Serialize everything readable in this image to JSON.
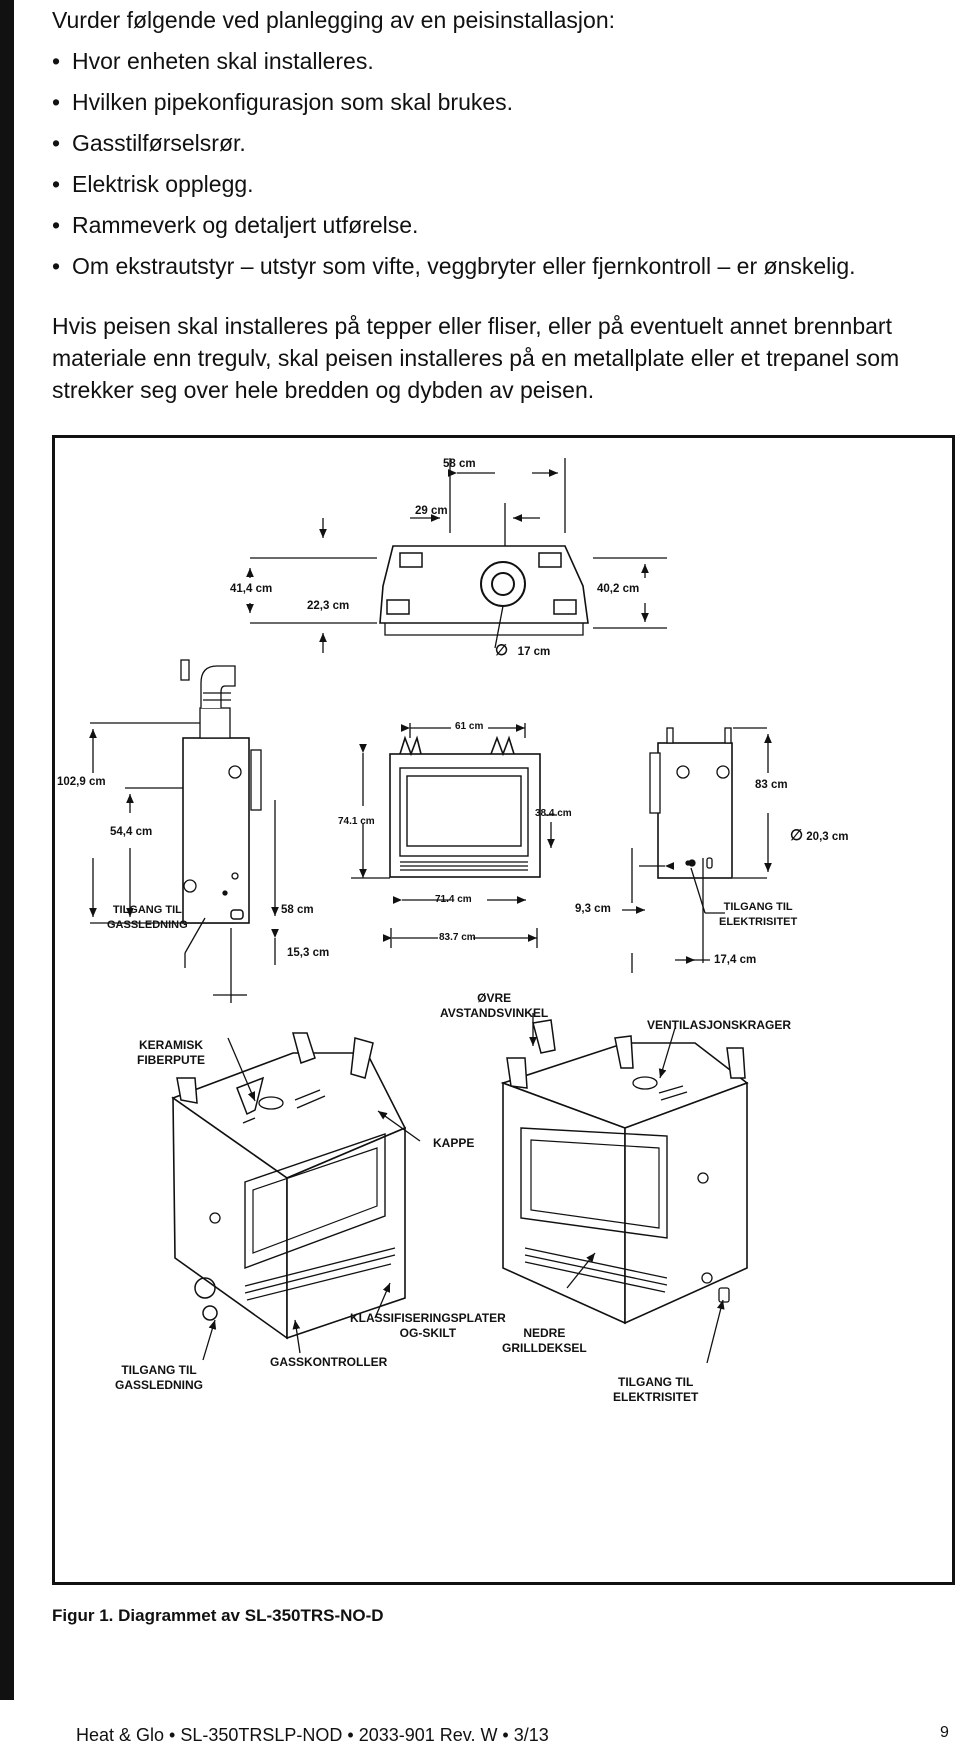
{
  "intro": {
    "lead": "Vurder følgende ved planlegging av en peisinstallasjon:",
    "bullets": [
      "Hvor enheten skal installeres.",
      "Hvilken pipekonfigurasjon som skal brukes.",
      "Gasstilførselsrør.",
      "Elektrisk opplegg.",
      "Rammeverk og detaljert utførelse.",
      "Om ekstrautstyr – utstyr som vifte, veggbryter eller fjernkontroll – er ønskelig."
    ],
    "bullet_glyph": "•"
  },
  "paragraph": "Hvis peisen skal installeres på tepper eller fliser, eller på eventuelt annet brennbart materiale enn tregulv, skal peisen installeres på en metallplate eller et trepanel som strekker seg over hele bredden og dybden av peisen.",
  "figure": {
    "dimensions": {
      "top_width": "58 cm",
      "top_half": "29 cm",
      "left_depth": "41,4 cm",
      "left_inner": "22,3 cm",
      "right_depth": "40,2 cm",
      "flue_dia": "17 cm",
      "overall_height": "102,9 cm",
      "side_height": "54,4 cm",
      "front_width_top": "61 cm",
      "front_height": "74.1 cm",
      "front_opening": "38.4 cm",
      "right_height": "83 cm",
      "right_flue": "20,3 cm",
      "base_58": "58 cm",
      "base_153": "15,3 cm",
      "front_714": "71.4 cm",
      "front_837": "83.7 cm",
      "right_93": "9,3 cm",
      "right_174": "17,4 cm"
    },
    "dia_symbol": "∅",
    "labels": {
      "gas_top_1": "TILGANG TIL",
      "gas_top_2": "GASSLEDNING",
      "elec_top_1": "TILGANG TIL",
      "elec_top_2": "ELEKTRISITET",
      "upper_standoff_1": "ØVRE",
      "upper_standoff_2": "AVSTANDSVINKEL",
      "vent_collar": "VENTILASJONSKRAGER",
      "ceramic_1": "KERAMISK",
      "ceramic_2": "FIBERPUTE",
      "hood": "KAPPE",
      "rating_1": "KLASSIFISERINGSPLATER",
      "rating_2": "OG-SKILT",
      "lower_grille_1": "NEDRE",
      "lower_grille_2": "GRILLDEKSEL",
      "gas_bottom_1": "TILGANG TIL",
      "gas_bottom_2": "GASSLEDNING",
      "gas_controls": "GASSKONTROLLER",
      "elec_bottom_1": "TILGANG TIL",
      "elec_bottom_2": "ELEKTRISITET"
    }
  },
  "caption": "Figur 1.  Diagrammet av SL-350TRS-NO-D",
  "footer": {
    "text": "Heat & Glo  •  SL-350TRSLP-NOD  •  2033-901 Rev. W  •  3/13",
    "page": "9"
  }
}
